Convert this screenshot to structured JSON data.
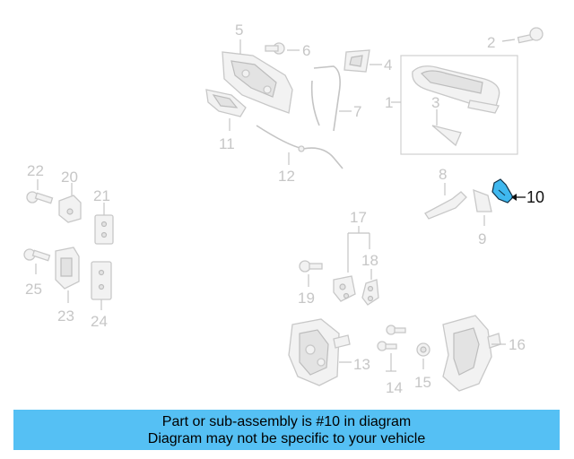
{
  "diagram": {
    "callouts": [
      "1",
      "2",
      "3",
      "4",
      "5",
      "6",
      "7",
      "8",
      "9",
      "10",
      "11",
      "12",
      "13",
      "14",
      "15",
      "16",
      "17",
      "18",
      "19",
      "20",
      "21",
      "22",
      "23",
      "24",
      "25"
    ],
    "highlighted_part": "10",
    "colors": {
      "highlight": "#3fb8ef",
      "banner": "#55c0f4",
      "parts": "#c8c8c8"
    }
  },
  "banner": {
    "line1": "Part or sub-assembly is #10 in diagram",
    "line2": "Diagram may not be specific to your vehicle"
  }
}
